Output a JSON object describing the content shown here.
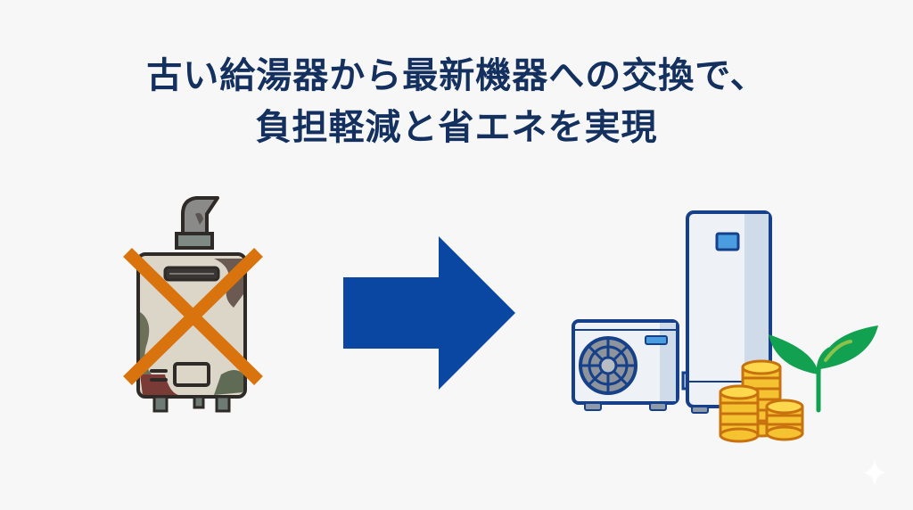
{
  "headline": {
    "line1": "古い給湯器から最新機器への交換で、",
    "line2": "負担軽減と省エネを実現"
  },
  "illustration": {
    "left": {
      "subject": "old-water-heater",
      "mark": "cross-out",
      "mark_color": "#d9730d"
    },
    "middle": {
      "subject": "arrow-right",
      "color": "#0a47a3"
    },
    "right": {
      "subjects": [
        "heat-pump-outdoor-unit",
        "hot-water-storage-tank",
        "coin-stacks",
        "sprout"
      ]
    }
  },
  "colors": {
    "background": "#f7f7f7",
    "headline": "#13305f",
    "arrow": "#0a47a3",
    "cross": "#d9730d",
    "outline_new": "#16408a",
    "coin": "#f5c232",
    "leaf": "#12a150"
  }
}
